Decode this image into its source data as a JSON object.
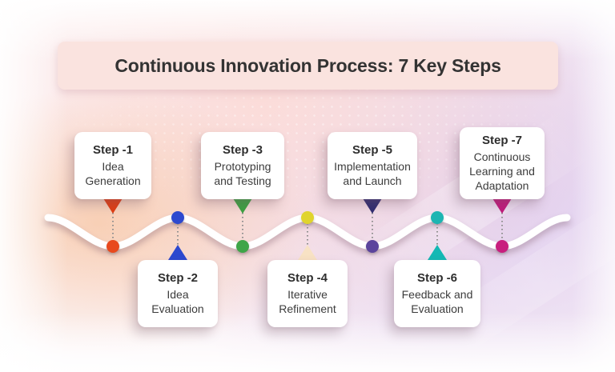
{
  "title": "Continuous Innovation Process: 7 Key Steps",
  "colors": {
    "banner_bg": "#fae3df",
    "title_text": "#333333",
    "card_bg": "#ffffff",
    "wave": "#ffffff",
    "connector_dots": "#8f8f8f"
  },
  "steps": [
    {
      "label": "Step -1",
      "description": "Idea Generation",
      "dot_color": "#e8491d",
      "marker_color": "#e23c10",
      "position": "top"
    },
    {
      "label": "Step -2",
      "description": "Idea Evaluation",
      "dot_color": "#2d49cf",
      "marker_color": "#2d49cf",
      "position": "bottom"
    },
    {
      "label": "Step -3",
      "description": "Prototyping and Testing",
      "dot_color": "#3fa548",
      "marker_color": "#3aa23f",
      "position": "top"
    },
    {
      "label": "Step -4",
      "description": "Iterative Refinement",
      "dot_color": "#e0d42d",
      "marker_color": "#f8e2c4",
      "position": "bottom"
    },
    {
      "label": "Step -5",
      "description": "Implementation and Launch",
      "dot_color": "#5b449c",
      "marker_color": "#2e2a70",
      "position": "top"
    },
    {
      "label": "Step -6",
      "description": "Feedback and Evaluation",
      "dot_color": "#1db5b2",
      "marker_color": "#14b8b4",
      "position": "bottom"
    },
    {
      "label": "Step -7",
      "description": "Continuous Learning and Adaptation",
      "dot_color": "#c81f7e",
      "marker_color": "#c2187c",
      "position": "top"
    }
  ]
}
